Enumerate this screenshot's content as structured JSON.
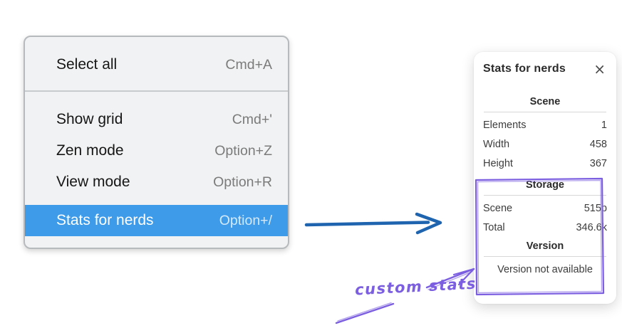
{
  "context_menu": {
    "items": [
      {
        "label": "Select all",
        "shortcut": "Cmd+A",
        "selected": false
      },
      {
        "label": "Show grid",
        "shortcut": "Cmd+'",
        "selected": false
      },
      {
        "label": "Zen mode",
        "shortcut": "Option+Z",
        "selected": false
      },
      {
        "label": "View mode",
        "shortcut": "Option+R",
        "selected": false
      },
      {
        "label": "Stats for nerds",
        "shortcut": "Option+/",
        "selected": true
      }
    ],
    "colors": {
      "highlight": "#3d9be9",
      "shortcut_gray": "#7b7b7b"
    }
  },
  "stats_panel": {
    "title": "Stats for nerds",
    "close_icon": "×",
    "scene_section": {
      "heading": "Scene",
      "rows": [
        {
          "label": "Elements",
          "value": "1"
        },
        {
          "label": "Width",
          "value": "458"
        },
        {
          "label": "Height",
          "value": "367"
        }
      ]
    },
    "storage_section": {
      "heading": "Storage",
      "rows": [
        {
          "label": "Scene",
          "value": "515b"
        },
        {
          "label": "Total",
          "value": "346.6k"
        }
      ]
    },
    "version_section": {
      "heading": "Version",
      "note": "Version not available"
    }
  },
  "annotation": {
    "label": "custom stats",
    "color": "#7b5fe0"
  },
  "pointer_arrow": {
    "color": "#1e64ae"
  }
}
